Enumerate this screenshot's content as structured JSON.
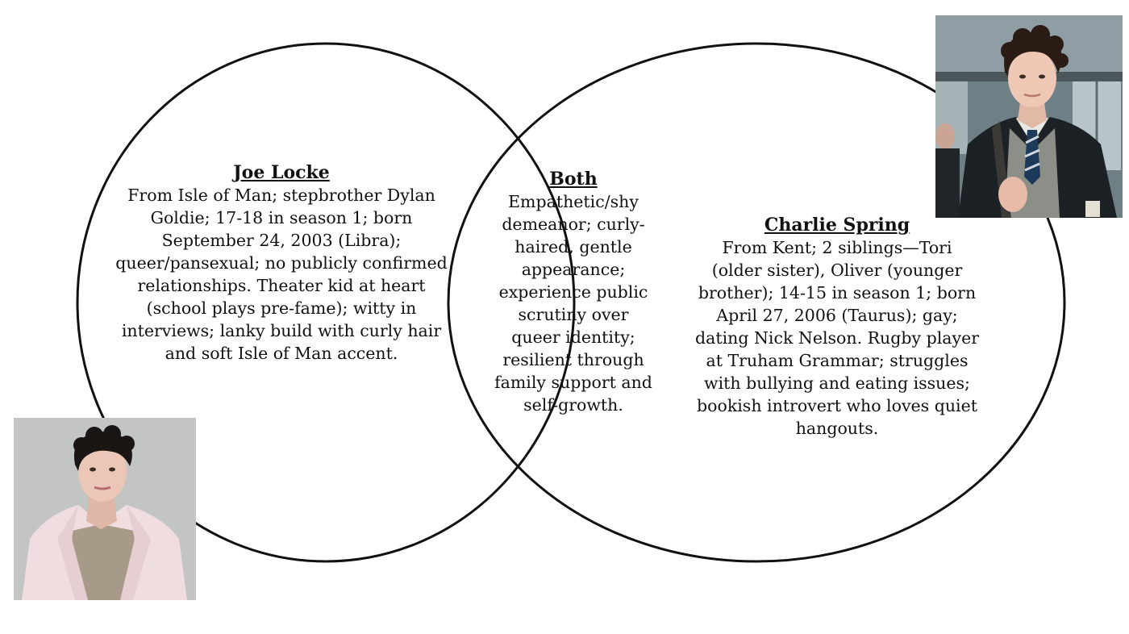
{
  "diagram": {
    "type": "venn",
    "left": {
      "heading": "Joe Locke",
      "text": "From Isle of Man; stepbrother Dylan Goldie; 17-18 in season 1; born September 24, 2003 (Libra); queer/pansexual; no publicly confirmed relationships. Theater kid at heart (school plays pre-fame); witty in interviews; lanky build with curly hair and soft Isle of Man accent."
    },
    "center": {
      "heading": "Both",
      "text": "Empathetic/shy demeanor; curly-haired, gentle appearance; experience public scrutiny over queer identity; resilient through family support and self-growth."
    },
    "right": {
      "heading": "Charlie Spring",
      "text": "From Kent; 2 siblings—Tori (older sister), Oliver (younger brother); 14-15 in season 1; born April 27, 2006 (Taurus); gay; dating Nick Nelson. Rugby player at Truham Grammar; struggles with bullying and eating issues; bookish introvert who loves quiet hangouts."
    }
  },
  "photos": {
    "joe": "photo of curly-haired young man in pale pink blazer",
    "charlie": "photo of curly-haired student in school uniform"
  },
  "colors": {
    "outline": "#111111",
    "background": "#ffffff"
  }
}
